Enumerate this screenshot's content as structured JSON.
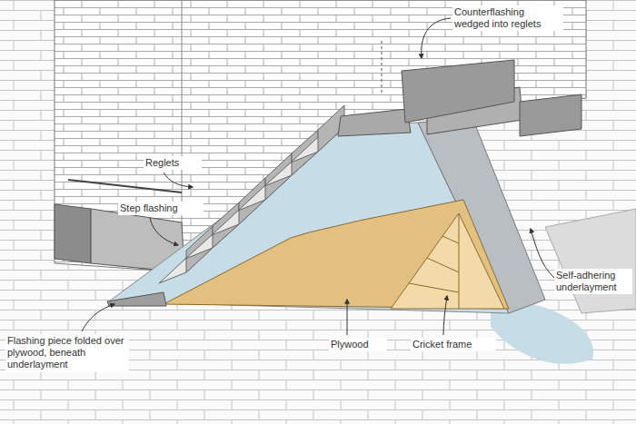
{
  "diagram": {
    "labels": [
      "Counterflashing wedged into reglets",
      "Reglets",
      "Step flashing",
      "Flashing piece folded over plywood, beneath underlayment",
      "Plywood",
      "Cricket frame",
      "Self-adhering underlayment"
    ]
  }
}
